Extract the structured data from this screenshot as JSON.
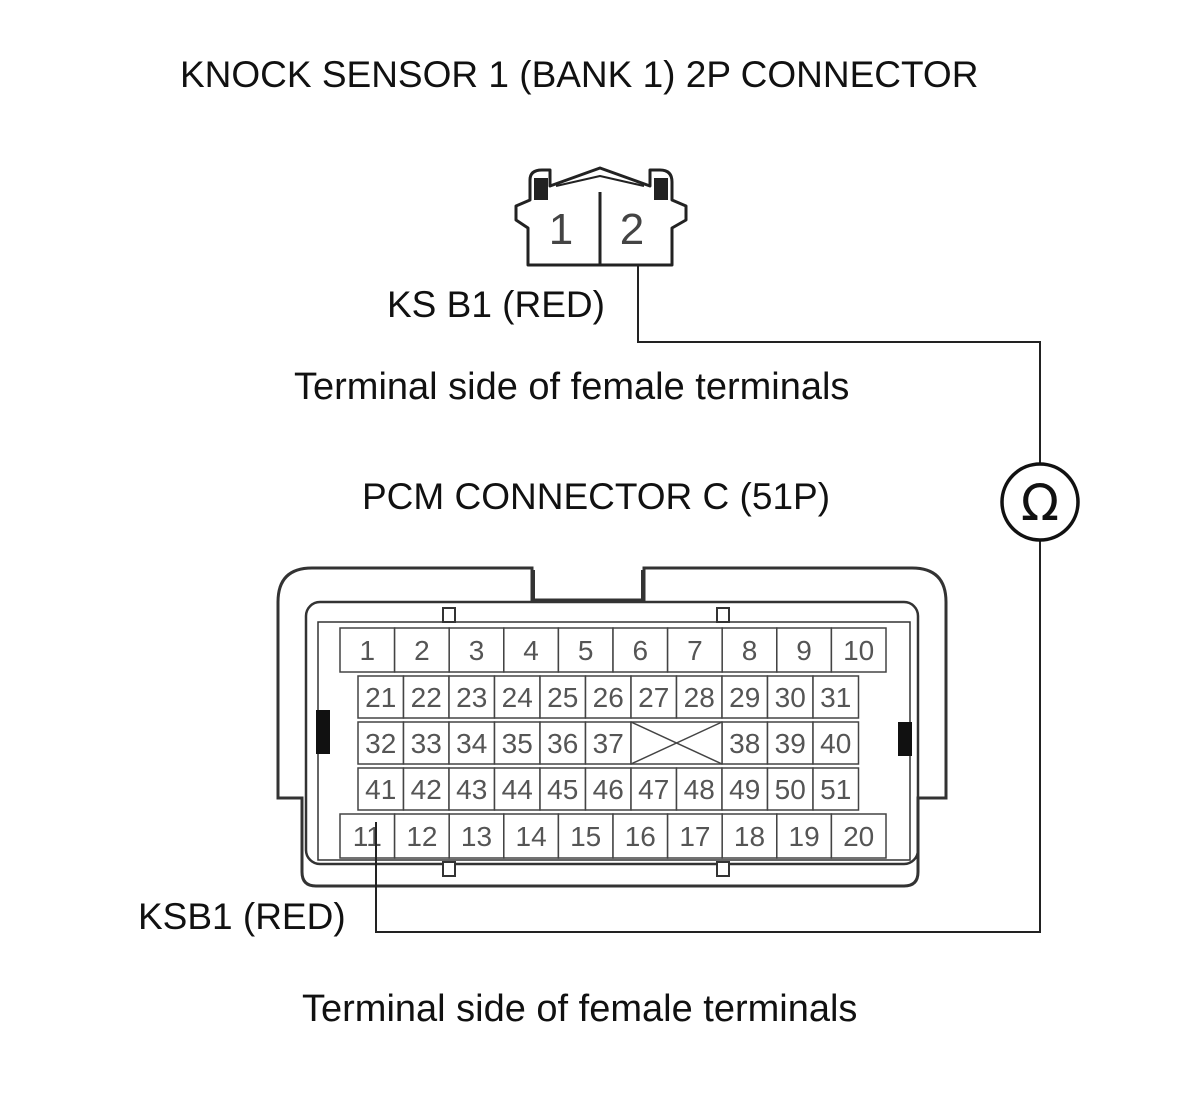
{
  "knock_sensor": {
    "title": "KNOCK SENSOR 1 (BANK 1) 2P CONNECTOR",
    "pins": [
      "1",
      "2"
    ],
    "wire_label": "KS B1 (RED)",
    "caption": "Terminal side of female terminals"
  },
  "pcm": {
    "title": "PCM CONNECTOR C (51P)",
    "row1": [
      "1",
      "2",
      "3",
      "4",
      "5",
      "6",
      "7",
      "8",
      "9",
      "10"
    ],
    "row2": [
      "21",
      "22",
      "23",
      "24",
      "25",
      "26",
      "27",
      "28",
      "29",
      "30",
      "31"
    ],
    "row3_left": [
      "32",
      "33",
      "34",
      "35",
      "36",
      "37"
    ],
    "row3_right": [
      "38",
      "39",
      "40"
    ],
    "row4": [
      "41",
      "42",
      "43",
      "44",
      "45",
      "46",
      "47",
      "48",
      "49",
      "50",
      "51"
    ],
    "row5": [
      "11",
      "12",
      "13",
      "14",
      "15",
      "16",
      "17",
      "18",
      "19",
      "20"
    ],
    "wire_label": "KSB1 (RED)",
    "caption": "Terminal side of female terminals"
  },
  "meter": {
    "symbol": "Ω",
    "icon": "ohmmeter-icon"
  }
}
